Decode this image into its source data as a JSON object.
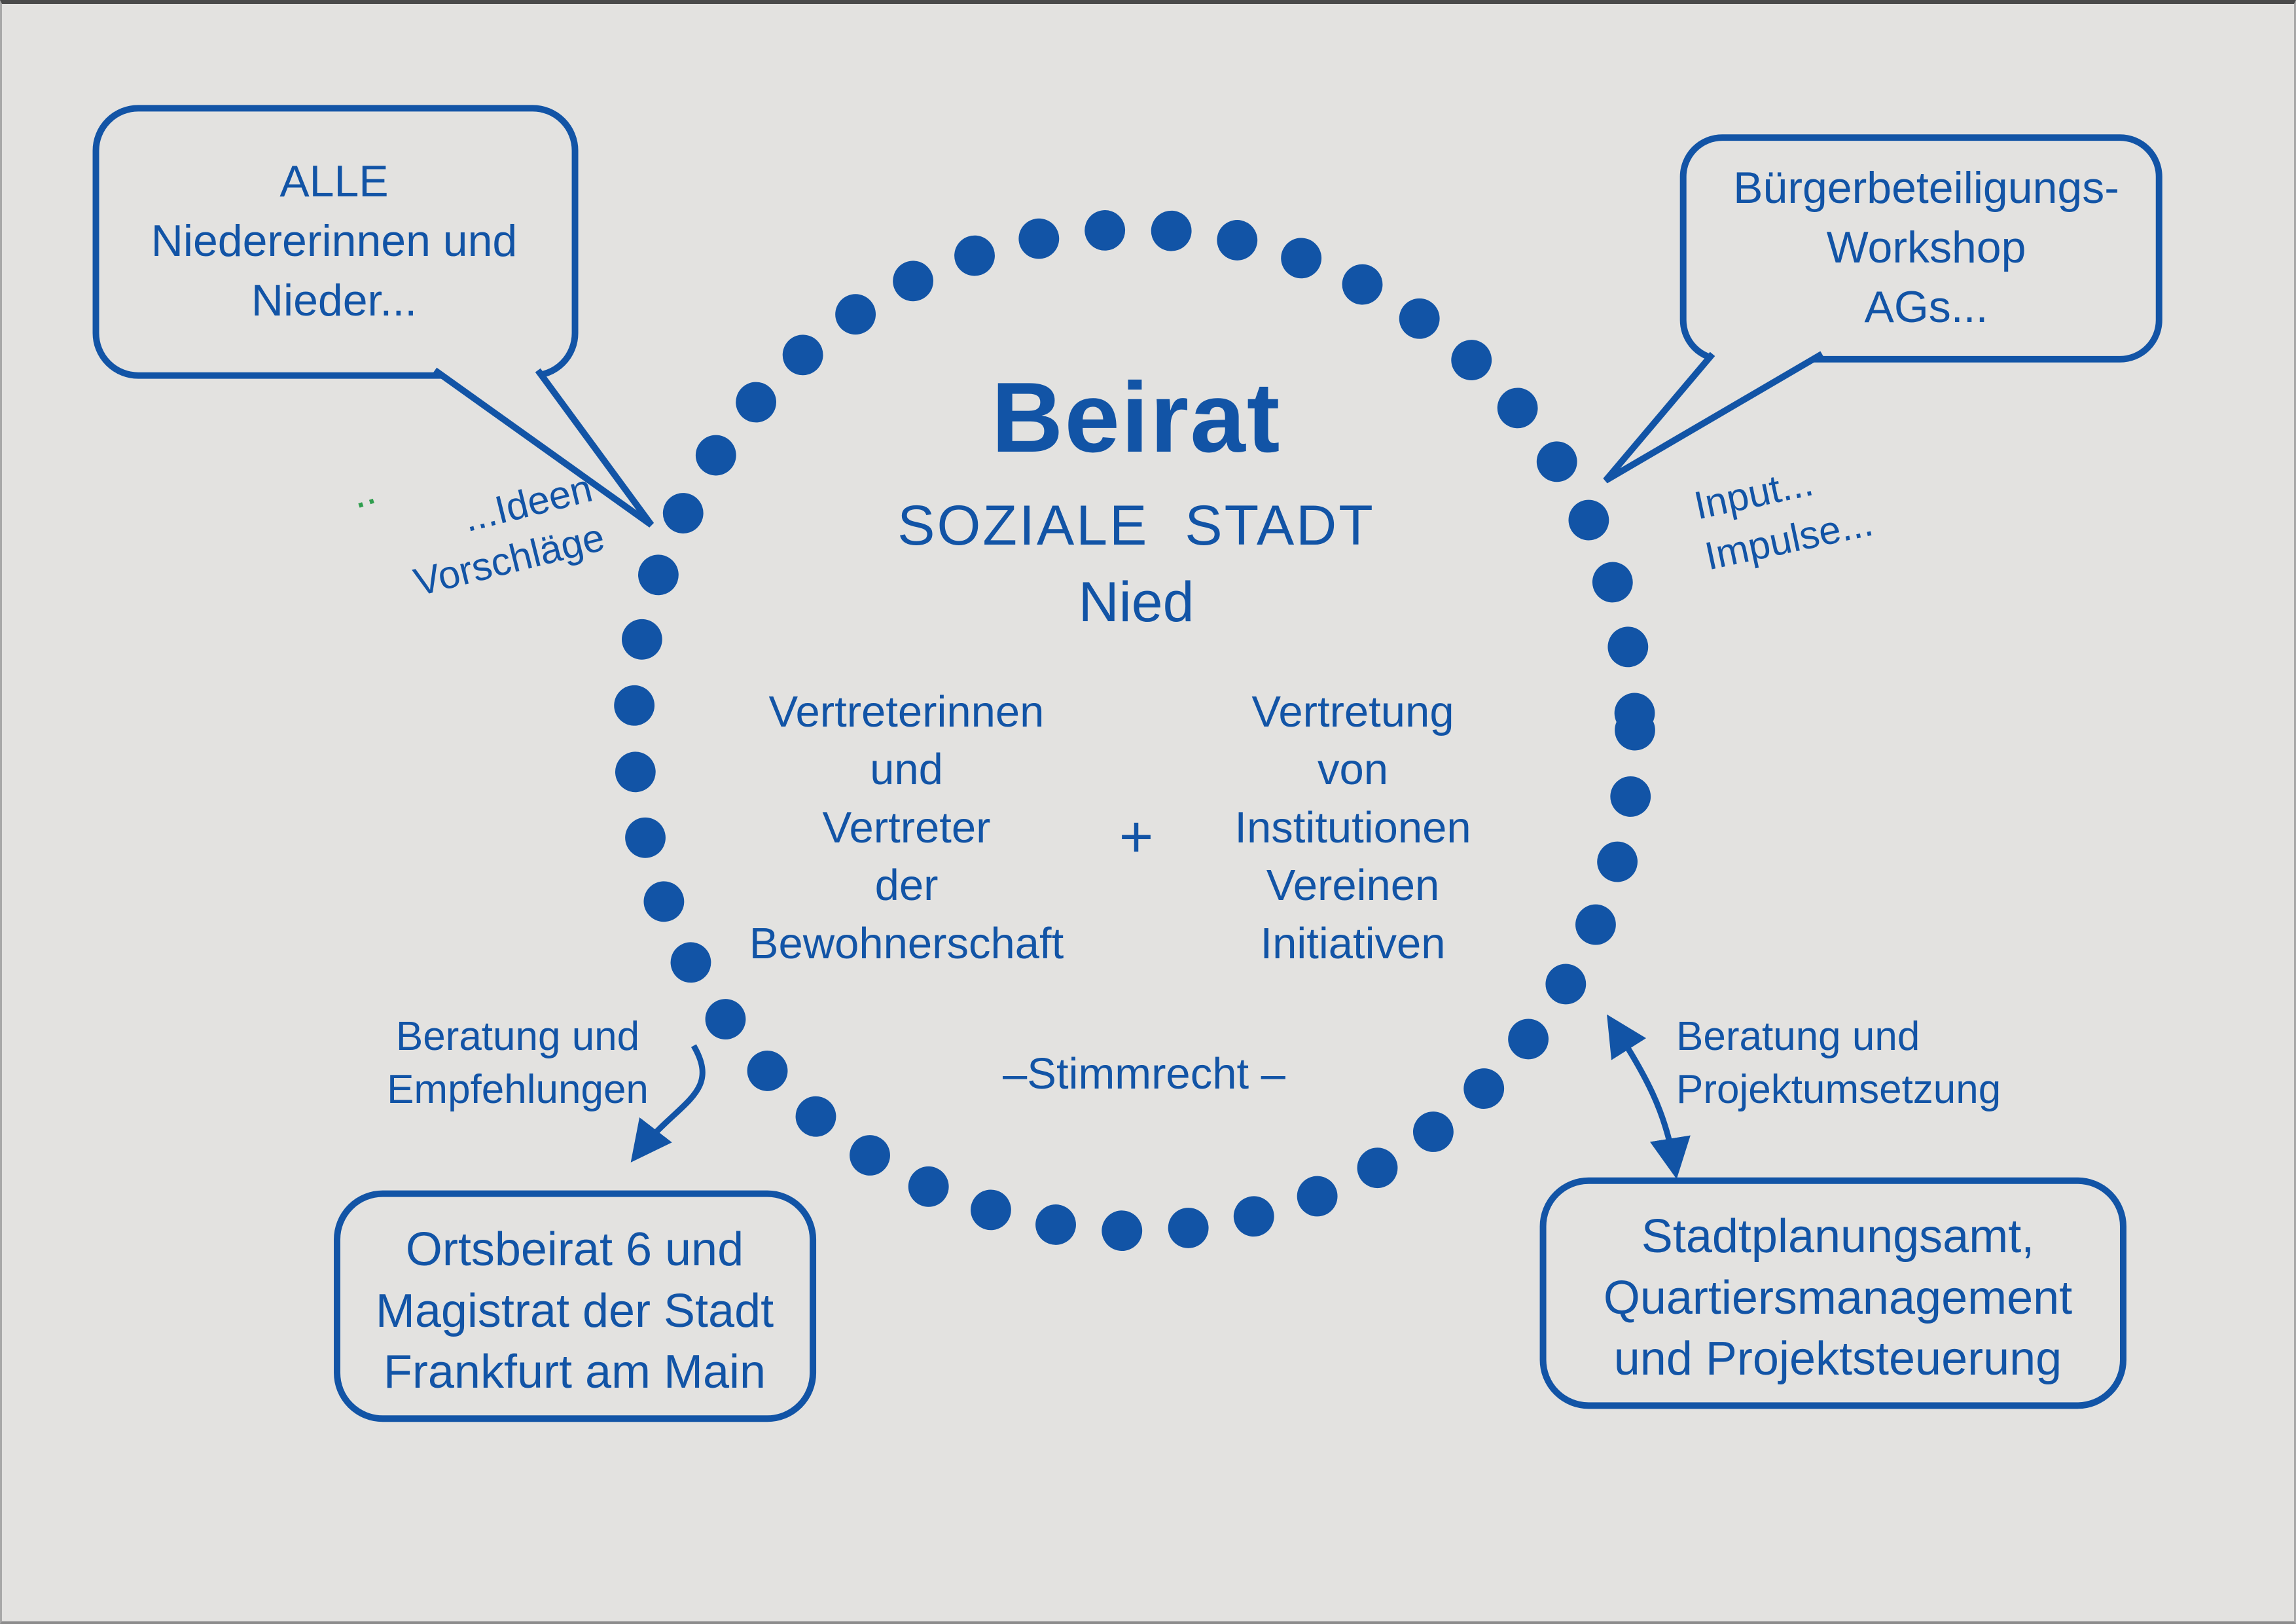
{
  "colors": {
    "accent": "#1254a6",
    "bg": "#e3e2e0",
    "green": "#2f9e4e"
  },
  "circle": {
    "title": "Beirat",
    "subtitle": "SOZIALE STADT",
    "subtitle2": "Nied",
    "left_column": "Vertreterinnen\nund\nVertreter\nder\nBewohnerschaft",
    "plus": "+",
    "right_column": "Vertretung\nvon\nInstitutionen\nVereinen\nInitiativen",
    "bottom_note": "–Stimmrecht –"
  },
  "bubbles": {
    "top_left": "ALLE\nNiedererinnen und\nNieder...",
    "top_right": "Bürgerbeteiligungs-\nWorkshop\nAGs..."
  },
  "labels": {
    "ideen": "...Ideen\nVorschläge",
    "green_mark": "··",
    "input": "Input...\nImpulse...",
    "beratung_left": "Beratung und\nEmpfehlungen",
    "beratung_right": "Beratung und\nProjektumsetzung"
  },
  "boxes": {
    "bottom_left": "Ortsbeirat 6 und\nMagistrat der Stadt\nFrankfurt am Main",
    "bottom_right": "Stadtplanungsamt,\nQuartiersmanagement\nund Projektsteuerung"
  }
}
